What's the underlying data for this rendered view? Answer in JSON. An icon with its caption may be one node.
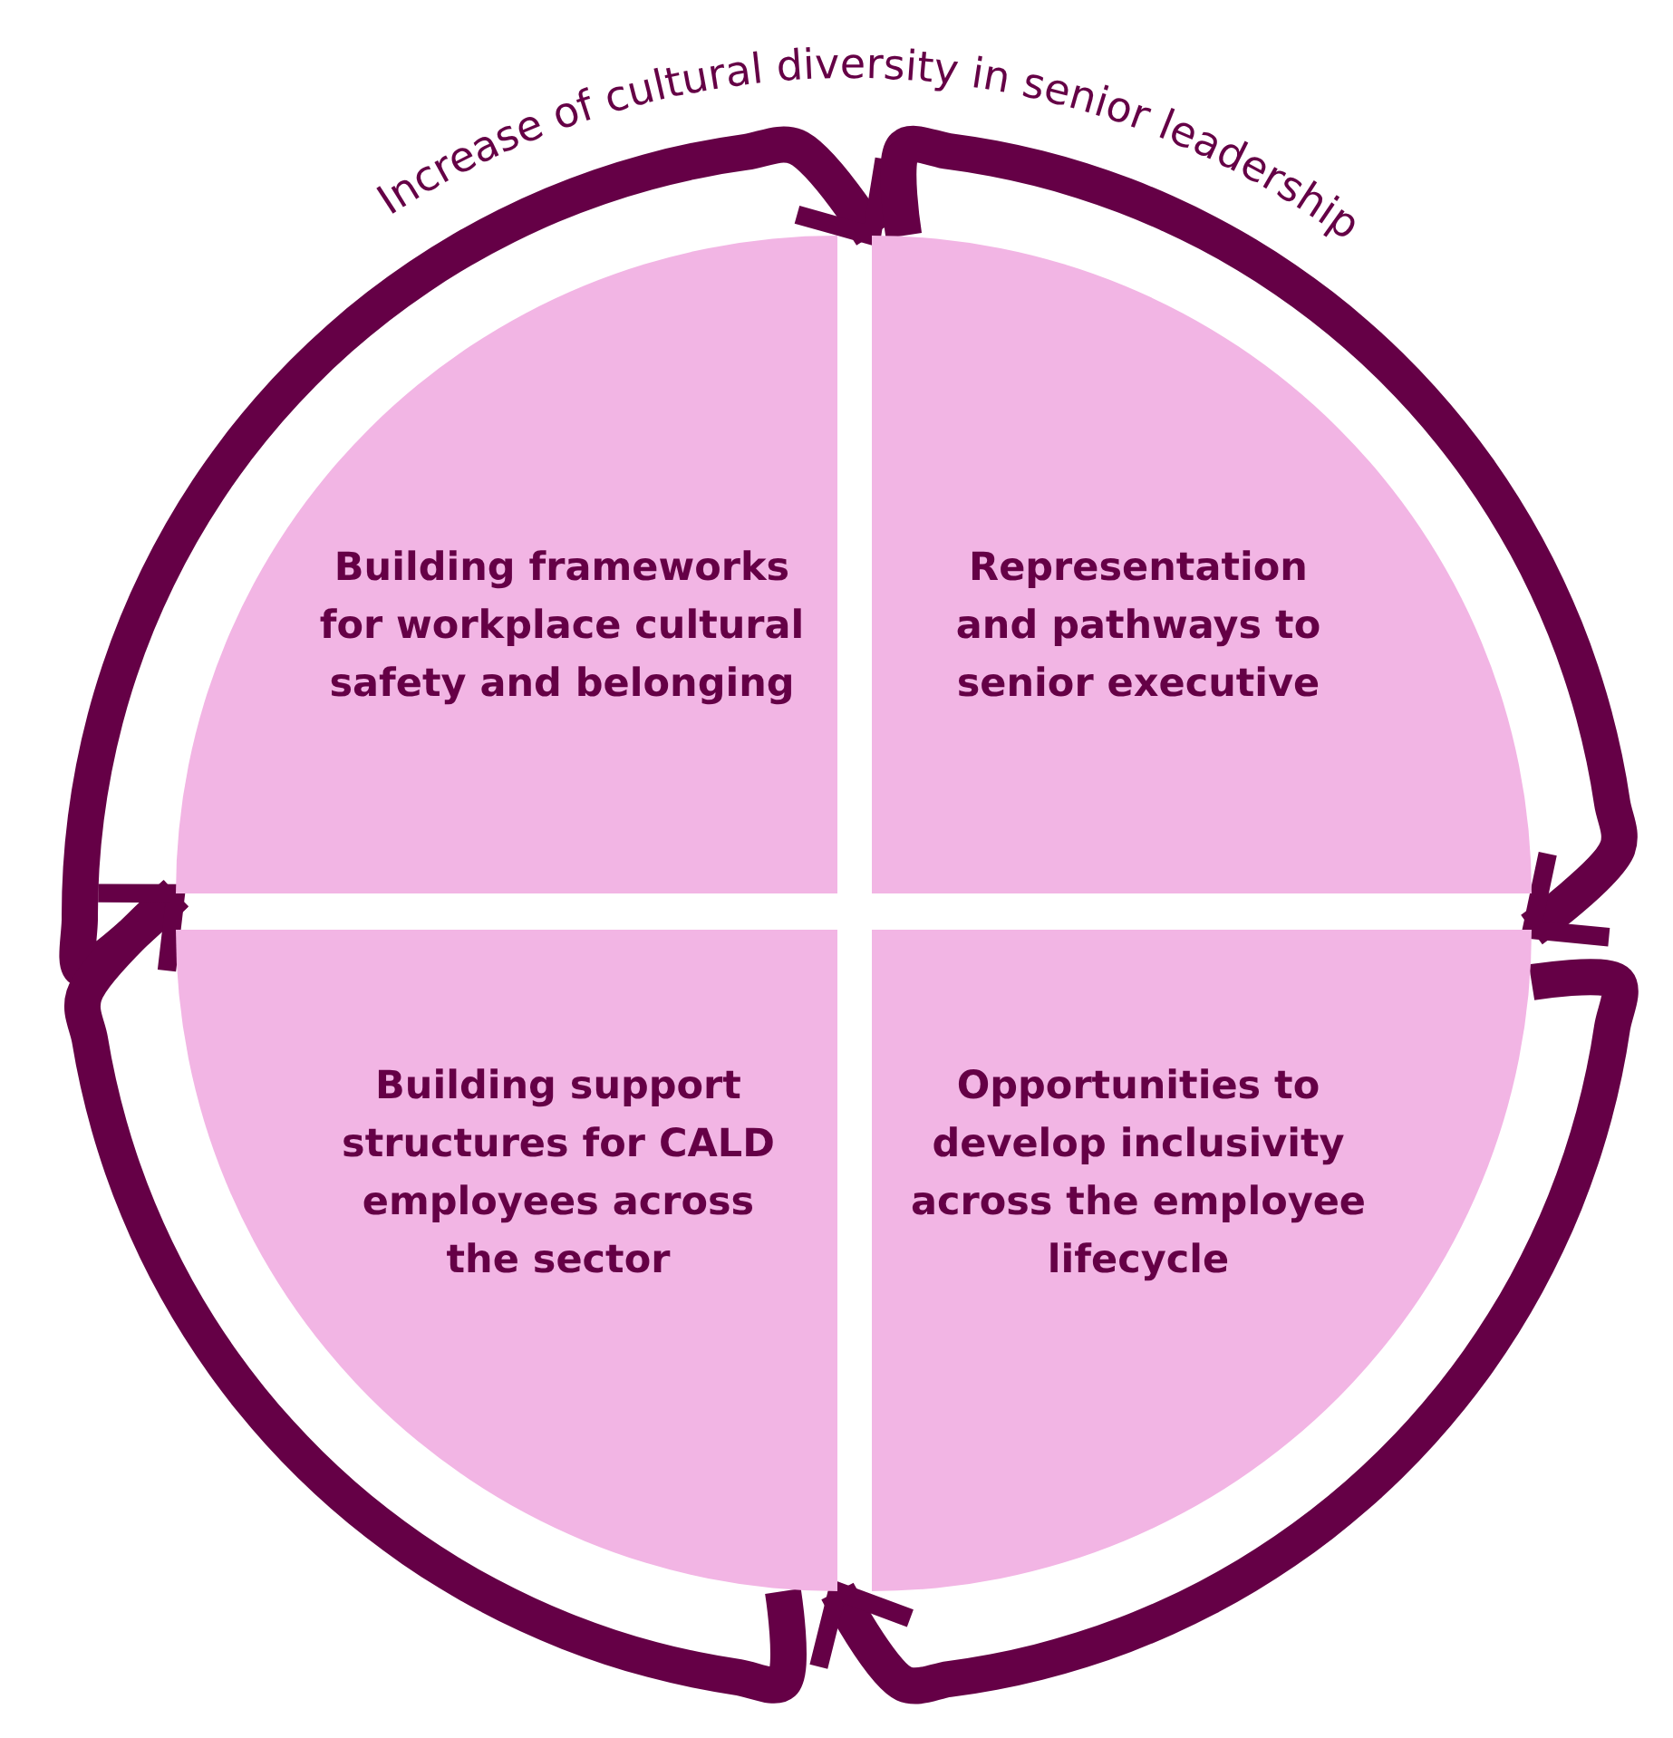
{
  "diagram": {
    "title": "Increase of cultural diversity in senior leadership",
    "nodes": [
      {
        "text": [
          "Building frameworks for workplace cultural safety and belonging"
        ]
      },
      {
        "text": [
          "Representation and pathways to senior executive"
        ]
      },
      {
        "text": [
          "Building support structures for CALD employees across the sector"
        ]
      },
      {
        "text": [
          "Opportunities to develop inclusivity across the employee lifecycle"
        ]
      }
    ],
    "edges": [
      {
        "from": 0,
        "to": 1,
        "arrow": "to"
      },
      {
        "from": 1,
        "to": 3,
        "arrow": "to"
      },
      {
        "from": 3,
        "to": 2,
        "arrow": "to"
      },
      {
        "from": 2,
        "to": 0,
        "arrow": "to"
      }
    ]
  }
}
